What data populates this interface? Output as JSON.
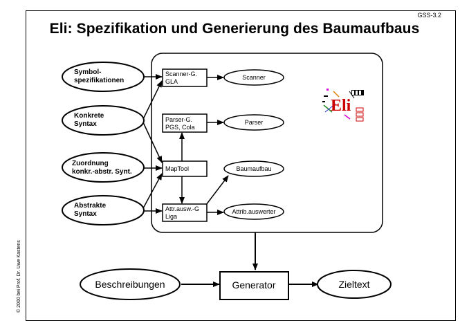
{
  "slide": {
    "id": "GSS-3.2",
    "title": "Eli: Spezifikation und Generierung des Baumaufbaus",
    "copyright": "© 2000 bei Prof. Dr. Uwe Kastens"
  },
  "inputs": {
    "symbol_l1": "Symbol-",
    "symbol_l2": "spezifikationen",
    "konkrete_l1": "Konkrete",
    "konkrete_l2": "Syntax",
    "zuordnung_l1": "Zuordnung",
    "zuordnung_l2": "konkr.-abstr. Synt.",
    "abstrakte_l1": "Abstrakte",
    "abstrakte_l2": "Syntax"
  },
  "tools": {
    "scanner_l1": "Scanner-G.",
    "scanner_l2": "GLA",
    "parser_l1": "Parser-G.",
    "parser_l2": "PGS, Cola",
    "maptool": "MapTool",
    "attr_l1": "Attr.ausw.-G",
    "attr_l2": "Liga"
  },
  "outputs": {
    "scanner": "Scanner",
    "parser": "Parser",
    "baumaufbau": "Baumaufbau",
    "attrib": "Attrib.auswerter"
  },
  "bottom": {
    "beschreibungen": "Beschreibungen",
    "generator": "Generator",
    "zieltext": "Zieltext"
  },
  "logo": {
    "text": "Eli",
    "color": "#cc0000"
  }
}
